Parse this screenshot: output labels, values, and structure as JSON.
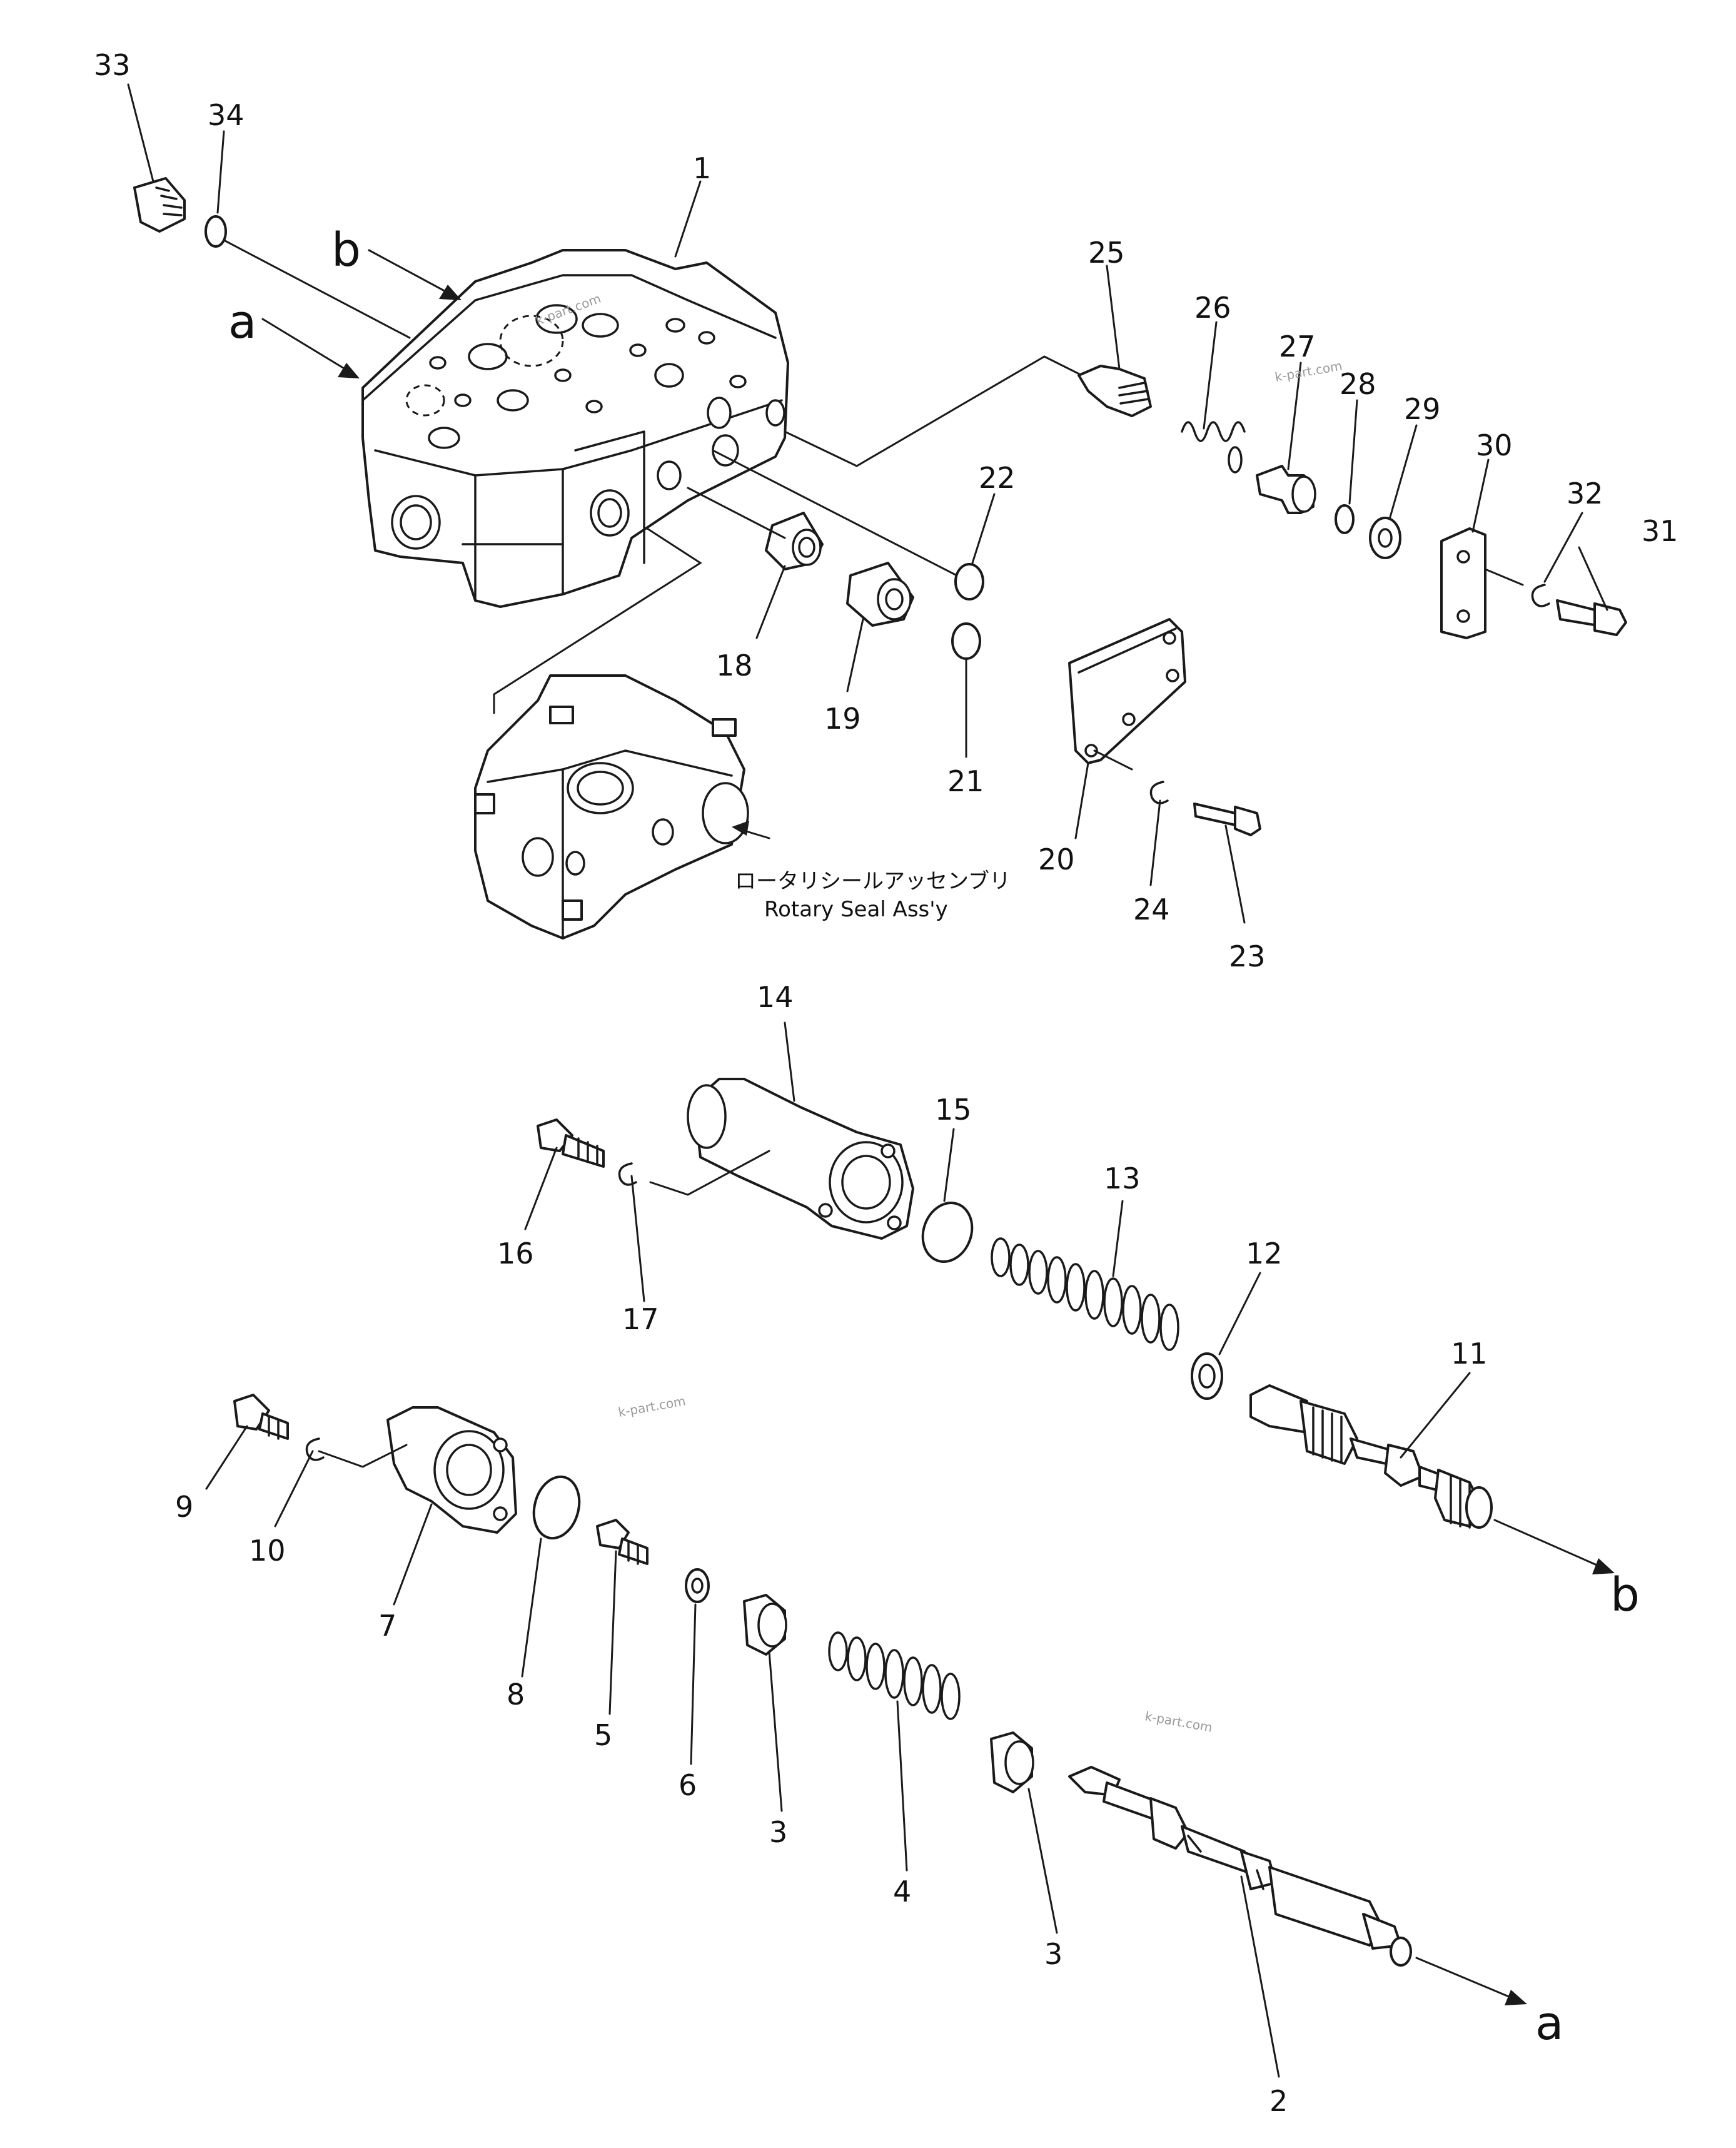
{
  "callouts": {
    "n1": "1",
    "n2": "2",
    "n3a": "3",
    "n3b": "3",
    "n4": "4",
    "n5": "5",
    "n6": "6",
    "n7": "7",
    "n8": "8",
    "n9": "9",
    "n10": "10",
    "n11": "11",
    "n12": "12",
    "n13": "13",
    "n14": "14",
    "n15": "15",
    "n16": "16",
    "n17": "17",
    "n18": "18",
    "n19": "19",
    "n20": "20",
    "n21": "21",
    "n22": "22",
    "n23": "23",
    "n24": "24",
    "n25": "25",
    "n26": "26",
    "n27": "27",
    "n28": "28",
    "n29": "29",
    "n30": "30",
    "n31": "31",
    "n32": "32",
    "n33": "33",
    "n34": "34"
  },
  "references": {
    "a_top": "a",
    "b_top": "b",
    "a_bottom": "a",
    "b_bottom": "b"
  },
  "subassembly": {
    "label_jp": "ロータリシールアッセンブリ",
    "label_en": "Rotary Seal Ass'y"
  },
  "watermark": "k-part.com"
}
